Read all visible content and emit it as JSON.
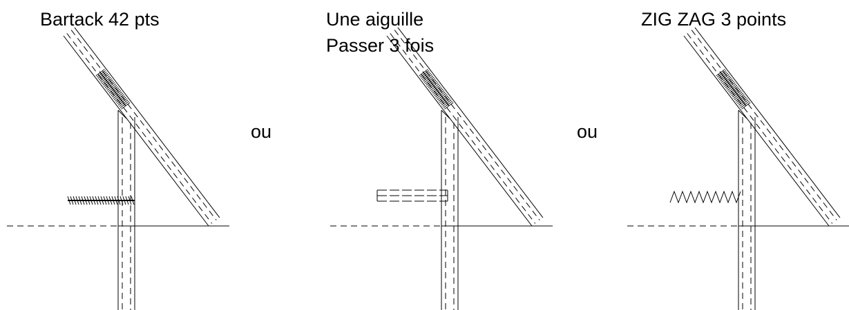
{
  "panels": [
    {
      "title": "Bartack 42 pts",
      "stitch": "bartack"
    },
    {
      "title": "Une aiguille",
      "subtitle": "Passer 3 fois",
      "stitch": "single-needle"
    },
    {
      "title": "ZIG ZAG 3 points",
      "stitch": "zigzag"
    }
  ],
  "separators": [
    "ou",
    "ou"
  ],
  "colors": {
    "line": "#000000",
    "background": "#ffffff"
  }
}
